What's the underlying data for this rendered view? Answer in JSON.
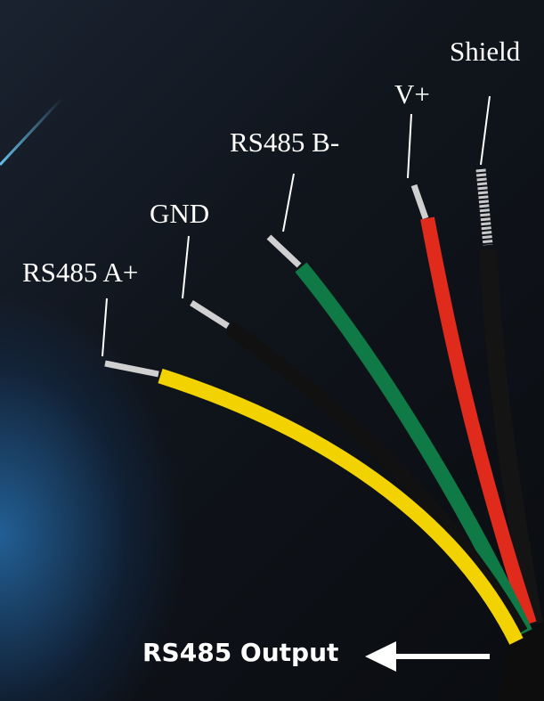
{
  "labels": {
    "shield": "Shield",
    "v_plus": "V+",
    "rs485_b": "RS485 B-",
    "gnd": "GND",
    "rs485_a": "RS485 A+"
  },
  "output_label": "RS485 Output",
  "colors": {
    "yellow_wire": "#f2d200",
    "black_wire": "#111111",
    "green_wire": "#0f7a45",
    "red_wire": "#e02a1c",
    "shield_wire": "#151515"
  }
}
